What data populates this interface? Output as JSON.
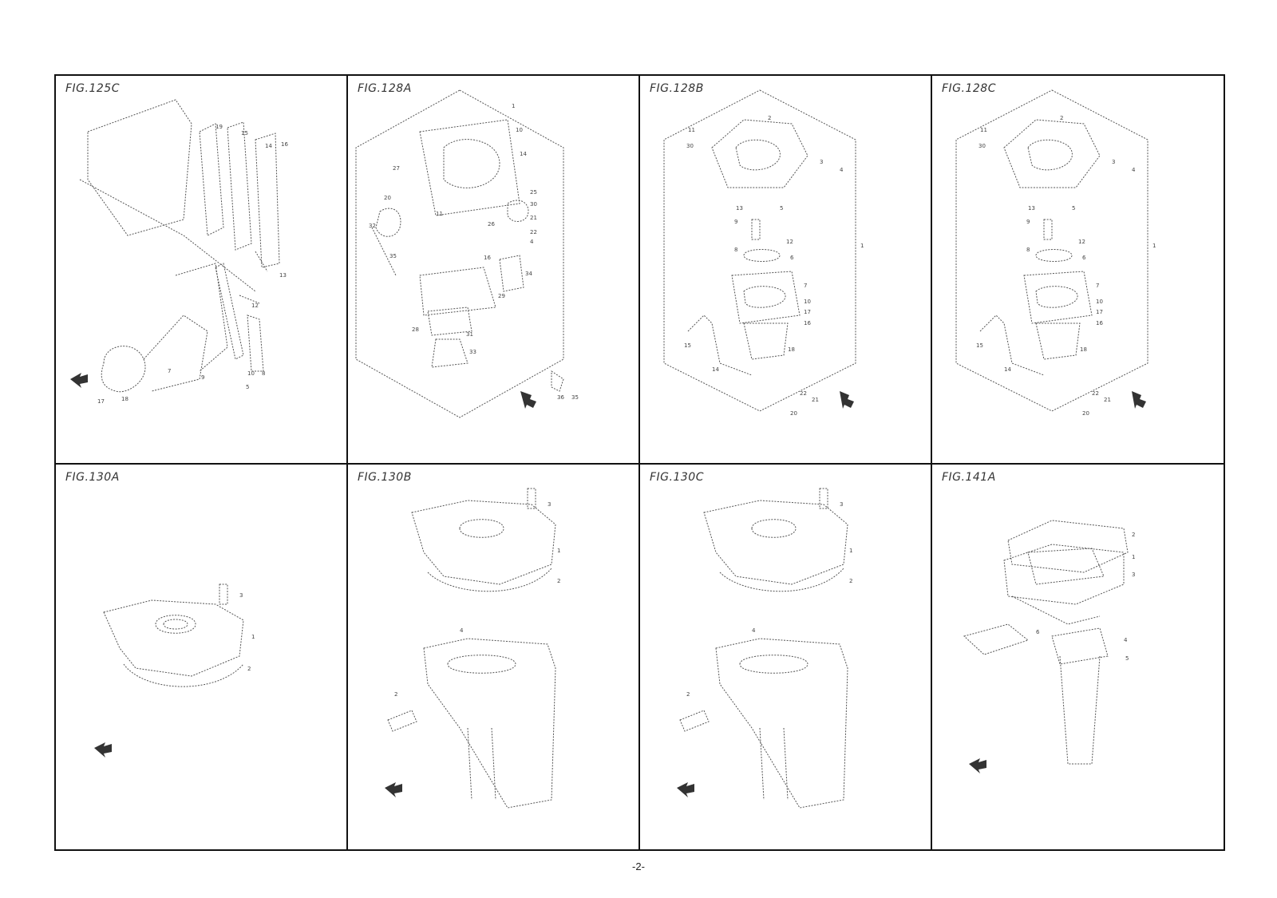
{
  "figures": [
    {
      "id": "FIG.125C",
      "caption_line1": "",
      "caption_line2": ""
    },
    {
      "id": "FIG.128A",
      "caption_line1": "",
      "caption_line2": ""
    },
    {
      "id": "FIG.128B",
      "caption_line1": "",
      "caption_line2": ""
    },
    {
      "id": "FIG.128C",
      "caption_line1": "",
      "caption_line2": ""
    },
    {
      "id": "FIG.130A",
      "caption_line1": "",
      "caption_line2": ""
    },
    {
      "id": "FIG.130B",
      "caption_line1": "",
      "caption_line2": ""
    },
    {
      "id": "FIG.130C",
      "caption_line1": "",
      "caption_line2": ""
    },
    {
      "id": "FIG.141A",
      "caption_line1": "",
      "caption_line2": ""
    }
  ],
  "page_number": "-2-"
}
